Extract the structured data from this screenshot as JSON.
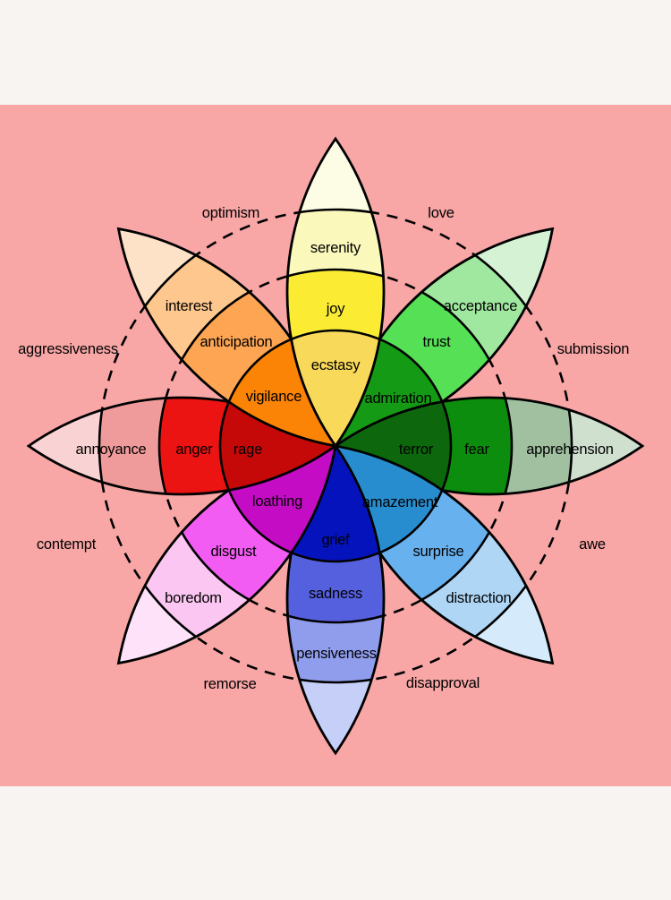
{
  "colors": {
    "frame": "#f7f4f2",
    "background": "#f8a6a6",
    "outline": "#000000",
    "label": "#000000"
  },
  "wheel": {
    "petals": [
      {
        "id": "joy",
        "tip_color": "#fdfce4",
        "bands": [
          {
            "label": "serenity",
            "color": "#fbf8bc"
          },
          {
            "label": "joy",
            "color": "#fbec33"
          },
          {
            "label": "ecstasy",
            "color": "#f9d95a"
          }
        ]
      },
      {
        "id": "trust",
        "tip_color": "#d5f2d5",
        "bands": [
          {
            "label": "acceptance",
            "color": "#a0e8a0"
          },
          {
            "label": "trust",
            "color": "#56e056"
          },
          {
            "label": "admiration",
            "color": "#149a14"
          }
        ]
      },
      {
        "id": "fear",
        "tip_color": "#cfe0cf",
        "bands": [
          {
            "label": "apprehension",
            "color": "#a0c0a0"
          },
          {
            "label": "fear",
            "color": "#0d8d0d"
          },
          {
            "label": "terror",
            "color": "#0d670d"
          }
        ]
      },
      {
        "id": "surprise",
        "tip_color": "#d5eafa",
        "bands": [
          {
            "label": "distraction",
            "color": "#afd6f5"
          },
          {
            "label": "surprise",
            "color": "#68b1ef"
          },
          {
            "label": "amazement",
            "color": "#288dcf"
          }
        ]
      },
      {
        "id": "sadness",
        "tip_color": "#c5cff8",
        "bands": [
          {
            "label": "pensiveness",
            "color": "#909dec"
          },
          {
            "label": "sadness",
            "color": "#5560df"
          },
          {
            "label": "grief",
            "color": "#0513bd"
          }
        ]
      },
      {
        "id": "disgust",
        "tip_color": "#fde2fa",
        "bands": [
          {
            "label": "boredom",
            "color": "#fbc6f1"
          },
          {
            "label": "disgust",
            "color": "#f35cf3"
          },
          {
            "label": "loathing",
            "color": "#c40cc4"
          }
        ]
      },
      {
        "id": "anger",
        "tip_color": "#f9d3d3",
        "bands": [
          {
            "label": "annoyance",
            "color": "#f09b9b"
          },
          {
            "label": "anger",
            "color": "#ec1313"
          },
          {
            "label": "rage",
            "color": "#c50909"
          }
        ]
      },
      {
        "id": "anticipation",
        "tip_color": "#fee2c8",
        "bands": [
          {
            "label": "interest",
            "color": "#fec78e"
          },
          {
            "label": "anticipation",
            "color": "#fda552"
          },
          {
            "label": "vigilance",
            "color": "#fb8306"
          }
        ]
      }
    ],
    "dyads": [
      {
        "label": "optimism"
      },
      {
        "label": "love"
      },
      {
        "label": "submission"
      },
      {
        "label": "awe"
      },
      {
        "label": "disapproval"
      },
      {
        "label": "remorse"
      },
      {
        "label": "contempt"
      },
      {
        "label": "aggressiveness"
      }
    ]
  }
}
